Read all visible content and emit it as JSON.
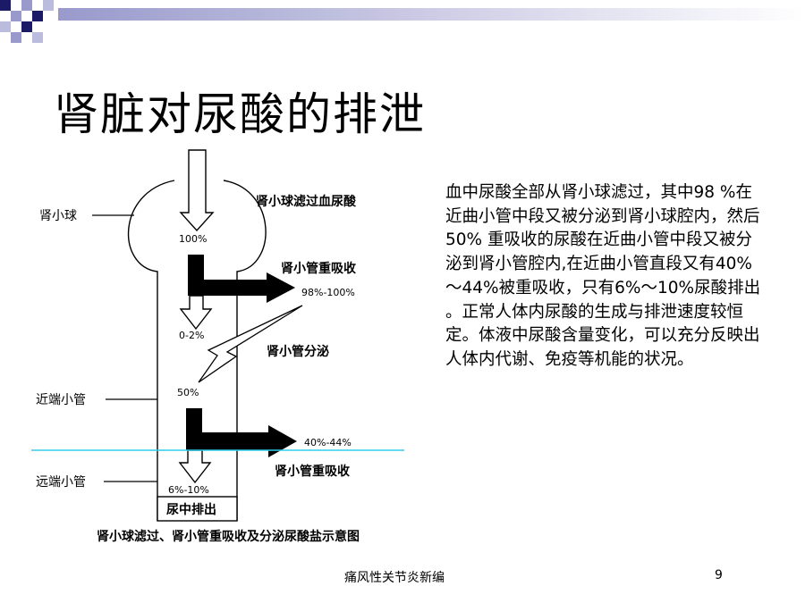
{
  "slide": {
    "title": "肾脏对尿酸的排泄",
    "description": "血中尿酸全部从肾小球滤过，其中98 %在近曲小管中段又被分泌到肾小球腔内，然后50% 重吸收的尿酸在近曲小管中段又被分泌到肾小管腔内,在近曲小管直段又有40%～44%被重吸收，只有6%～10%尿酸排出 。正常人体内尿酸的生成与排泄速度较恒定。体液中尿酸含量变化，可以充分反映出人体内代谢、免疫等机能的状况。",
    "footer": "痛风性关节炎新编",
    "page_number": "9"
  },
  "diagram": {
    "labels": {
      "glomerulus": "肾小球",
      "proximal_tubule": "近端小管",
      "distal_tubule": "远端小管",
      "glomerular_filtration": "肾小球滤过血尿酸",
      "reabsorption_1": "肾小管重吸收",
      "secretion": "肾小管分泌",
      "reabsorption_2": "肾小管重吸收",
      "urine_excretion": "尿中排出",
      "caption": "肾小球滤过、肾小管重吸收及分泌尿酸盐示意图"
    },
    "values": {
      "filtered": "100%",
      "reabsorbed_1": "98%-100%",
      "remaining_1": "0-2%",
      "after_secretion": "50%",
      "reabsorbed_2": "40%-44%",
      "excreted": "6%-10%"
    },
    "colors": {
      "divider_line": "#33ccee",
      "deco_dark": "#1a1a66",
      "deco_light": "#9999cc"
    }
  }
}
